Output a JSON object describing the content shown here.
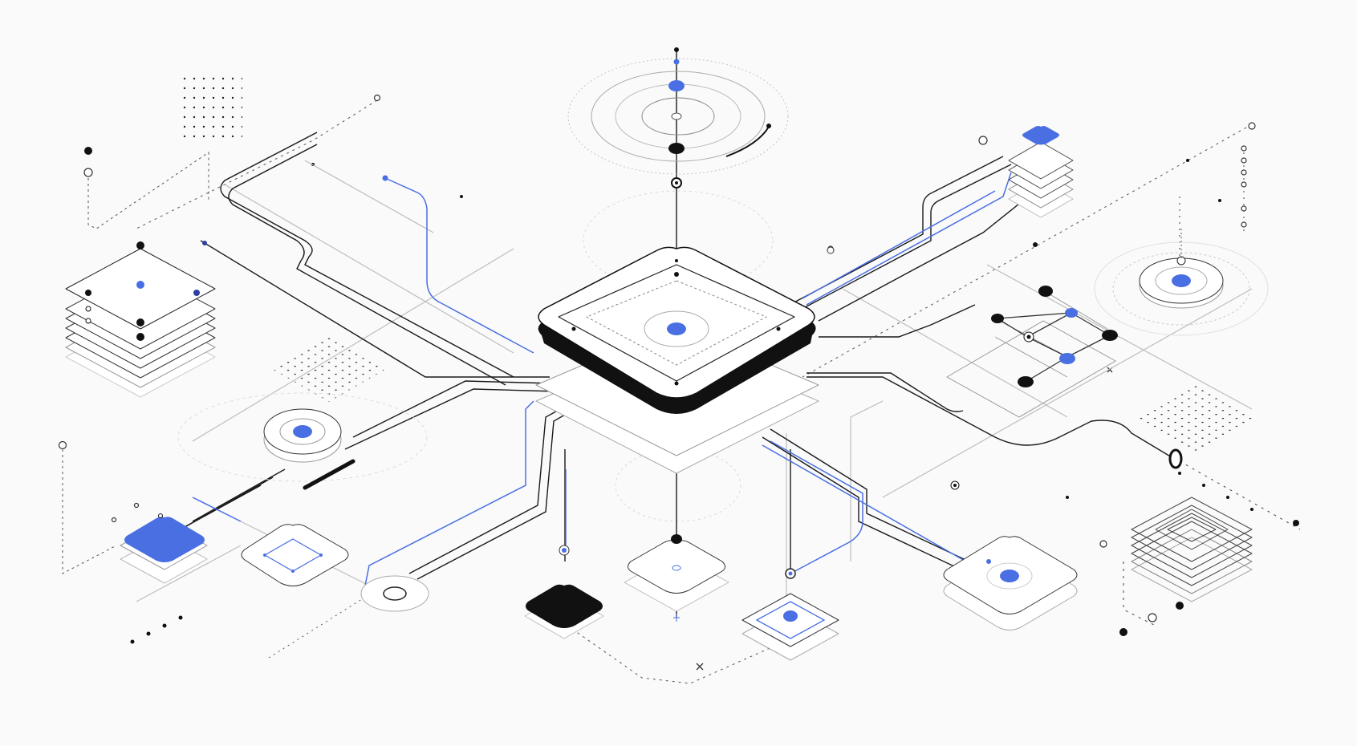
{
  "colors": {
    "background": "#fafafa",
    "ink": "#111111",
    "accent": "#4a6fe3",
    "line_light": "#c8c8c8",
    "line_mid": "#9a9a9a"
  },
  "diagram": {
    "hub": {
      "icon": "central-hub-chip-icon",
      "tiers": 3
    },
    "nodes": [
      {
        "name": "top-radar-node",
        "icon": "radar-rings-icon"
      },
      {
        "name": "left-stacked-layers-node",
        "icon": "stacked-layers-icon"
      },
      {
        "name": "left-ring-node",
        "icon": "ring-node-icon"
      },
      {
        "name": "left-blue-tile-node",
        "icon": "blue-tile-icon"
      },
      {
        "name": "left-outline-tile-node",
        "icon": "outline-tile-icon"
      },
      {
        "name": "lower-left-ring-node",
        "icon": "ring-node-icon"
      },
      {
        "name": "bottom-black-tile-node",
        "icon": "black-tile-icon"
      },
      {
        "name": "bottom-center-tile-node",
        "icon": "outline-tile-icon"
      },
      {
        "name": "bottom-blue-target-node",
        "icon": "target-tile-icon"
      },
      {
        "name": "right-blue-dot-tile-node",
        "icon": "blue-dot-tile-icon"
      },
      {
        "name": "top-right-stack-node",
        "icon": "stacked-layers-icon"
      },
      {
        "name": "right-ring-node",
        "icon": "ring-node-icon"
      },
      {
        "name": "right-layered-stack-node",
        "icon": "nested-squares-icon"
      },
      {
        "name": "right-node-graph",
        "icon": "node-graph-icon"
      }
    ]
  }
}
